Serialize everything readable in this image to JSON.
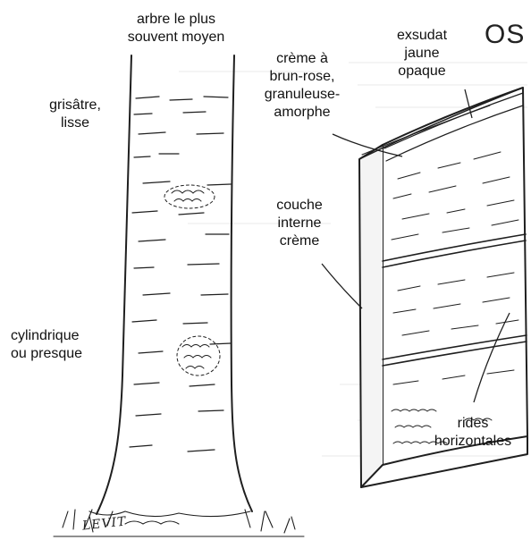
{
  "labels": {
    "header": "OS",
    "tree_size": "arbre le plus\nsouvent moyen",
    "bark_surface": "grisâtre,\nlisse",
    "bark_inner": "crème à\nbrun-rose,\ngranuleuse-\namorphe",
    "exudate": "exsudat\njaune\nopaque",
    "inner_layer": "couche\ninterne\ncrème",
    "trunk_shape": "cylindrique\nou presque",
    "ridges": "rides\nhorizontales",
    "signature": "LEVIT"
  },
  "colors": {
    "ink": "#1f1f1f",
    "paper": "#ffffff",
    "faint_background": "#d9d9d9"
  }
}
